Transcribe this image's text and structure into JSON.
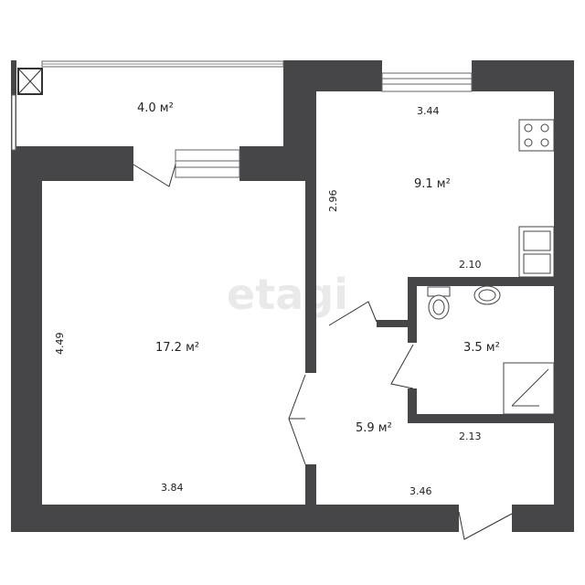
{
  "watermark": "etagi",
  "rooms": [
    {
      "id": "balcony",
      "area": "4.0 м²"
    },
    {
      "id": "kitchen",
      "area": "9.1 м²"
    },
    {
      "id": "living",
      "area": "17.2 м²"
    },
    {
      "id": "bathroom",
      "area": "3.5 м²"
    },
    {
      "id": "hallway",
      "area": "5.9 м²"
    }
  ],
  "dimensions": {
    "kitchen_width": "3.44",
    "kitchen_depth": "2.96",
    "kitchen_inner": "2.10",
    "living_depth": "4.49",
    "living_width": "3.84",
    "bath_width": "2.13",
    "hall_width": "3.46"
  }
}
